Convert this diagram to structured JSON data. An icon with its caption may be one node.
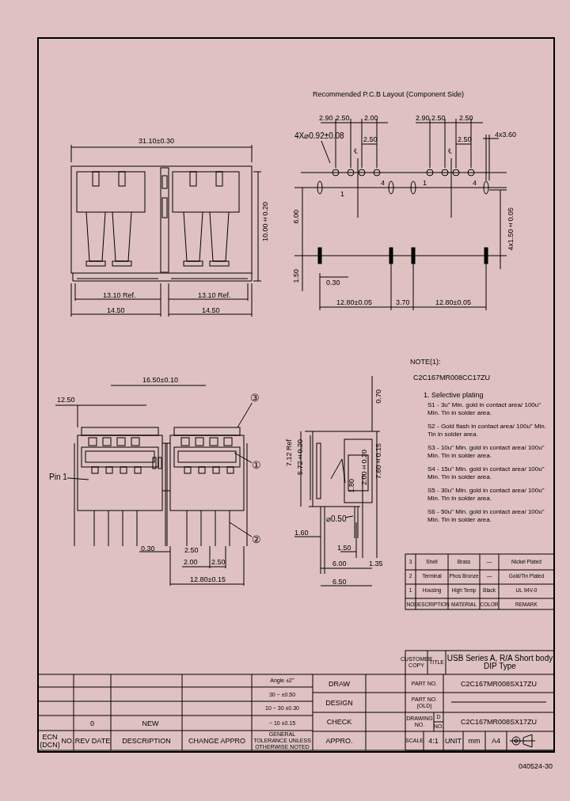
{
  "diagram": {
    "nodes": [
      {
        "text": [
          "③"
        ]
      },
      {
        "text": [
          "①"
        ]
      },
      {
        "text": [
          "②"
        ]
      },
      {
        "text": [
          "Pin 1"
        ]
      },
      {
        "text": [
          "4X⌀0.92±0.08"
        ]
      },
      {
        "text": [
          "⌀0.50"
        ]
      }
    ],
    "edges": [
      {
        "from": 0,
        "to": null,
        "arrow": "none"
      },
      {
        "from": 1,
        "to": null,
        "arrow": "none"
      },
      {
        "from": 2,
        "to": null,
        "arrow": "none"
      },
      {
        "from": 3,
        "to": null,
        "arrow": "none"
      },
      {
        "from": 4,
        "to": null,
        "arrow": "none"
      },
      {
        "from": 5,
        "to": null,
        "arrow": "none"
      }
    ],
    "labels": [
      "Recommended P.C.B Layout (Component Side)",
      "31.10±0.30",
      "10.00±0.20",
      "13.10 Ref.",
      "13.10 Ref.",
      "14.50",
      "14.50",
      "2.90",
      "2.50",
      "2.00",
      "2.90",
      "2.50",
      "2.50",
      "2.50",
      "2.50",
      "4x3.60",
      "℄",
      "℄",
      "1",
      "4",
      "1",
      "4",
      "6.00",
      "1.50",
      "4x1.50±0.05",
      "0.30",
      "12.80±0.05",
      "3.70",
      "12.80±0.05",
      "16.50±0.10",
      "12.50",
      "0.30",
      "2.50",
      "2.00",
      "2.50",
      "12.80±0.15",
      "0.70",
      "7.12 Ref",
      "5.72±0.20",
      "1.80",
      "2.00±0.20",
      "7.60±0.15",
      "1.60",
      "1.50",
      "6.00",
      "1.35",
      "6.50",
      "NOTE(1):",
      "C2C167MR008CC17ZU",
      "1. Selective plating",
      "S1 - 3u\" Min. gold in contact area/ 100u\" Min. Tin in solder area.",
      "S2 - Gold flash in contact area/ 100u\" Min. Tin in solder area.",
      "S3 - 10u\" Min. gold in contact area/ 100u\" Min. Tin in solder area.",
      "S4 - 15u\" Min. gold in contact area/ 100u\" Min. Tin in solder area.",
      "S5 - 30u\" Min. gold in contact area/ 100u\" Min. Tin in solder area.",
      "S6 - 50u\" Min. gold in contact area/ 100u\" Min. Tin in solder area.",
      "3",
      "Shell",
      "Brass",
      "—",
      "Nickel Plated",
      "2",
      "Terminal",
      "Phos Bronze",
      "—",
      "Gold/Tin Plated",
      "1",
      "Housing",
      "High Temp",
      "Black",
      "UL 94V-0",
      "NO",
      "DESCRIPTION",
      "MATERIAL",
      "COLOR",
      "REMARK",
      "0",
      "NEW",
      "ECN (DCN)",
      "NO.",
      "REV",
      "DATE",
      "DESCRIPTION",
      "CHANGE APPRO",
      "Angle ±2°",
      "30 ~ ±0.50",
      "10 ~ 30 ±0.30",
      "~ 10 ±0.15",
      "GENERAL TOLERANCE UNLESS OTHERWISE NOTED",
      "DRAW",
      "DESIGN",
      "CHECK",
      "APPRO.",
      "CUSTOMER COPY",
      "TITLE",
      "USB Series A, R/A Short body DIP Type",
      "PART NO.",
      "C2C167MR008SX17ZU",
      "PART NO. (OLD)",
      "DRAWING NO.",
      "D",
      "NO.",
      "C2C167MR008SX17ZU",
      "SCALE",
      "4:1",
      "UNIT",
      "mm",
      "A4",
      "040524-30"
    ]
  }
}
